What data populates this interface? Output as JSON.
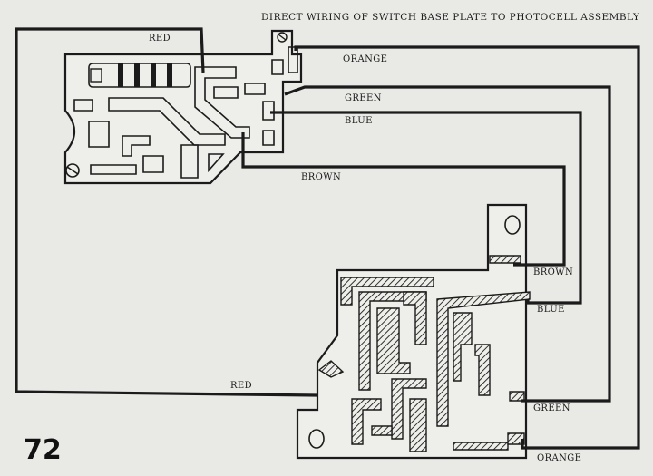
{
  "title": "DIRECT WIRING OF SWITCH BASE PLATE TO PHOTOCELL ASSEMBLY",
  "page_number": "72",
  "wire_labels": {
    "red_top": "RED",
    "orange_top": "ORANGE",
    "green_top": "GREEN",
    "blue_top": "BLUE",
    "brown_top": "BROWN",
    "red_bottom": "RED",
    "brown_bottom": "BROWN",
    "blue_bottom": "BLUE",
    "green_bottom": "GREEN",
    "orange_bottom": "ORANGE"
  },
  "colors": {
    "ink": "#1b1b1b",
    "paper": "#e9e9e6"
  }
}
